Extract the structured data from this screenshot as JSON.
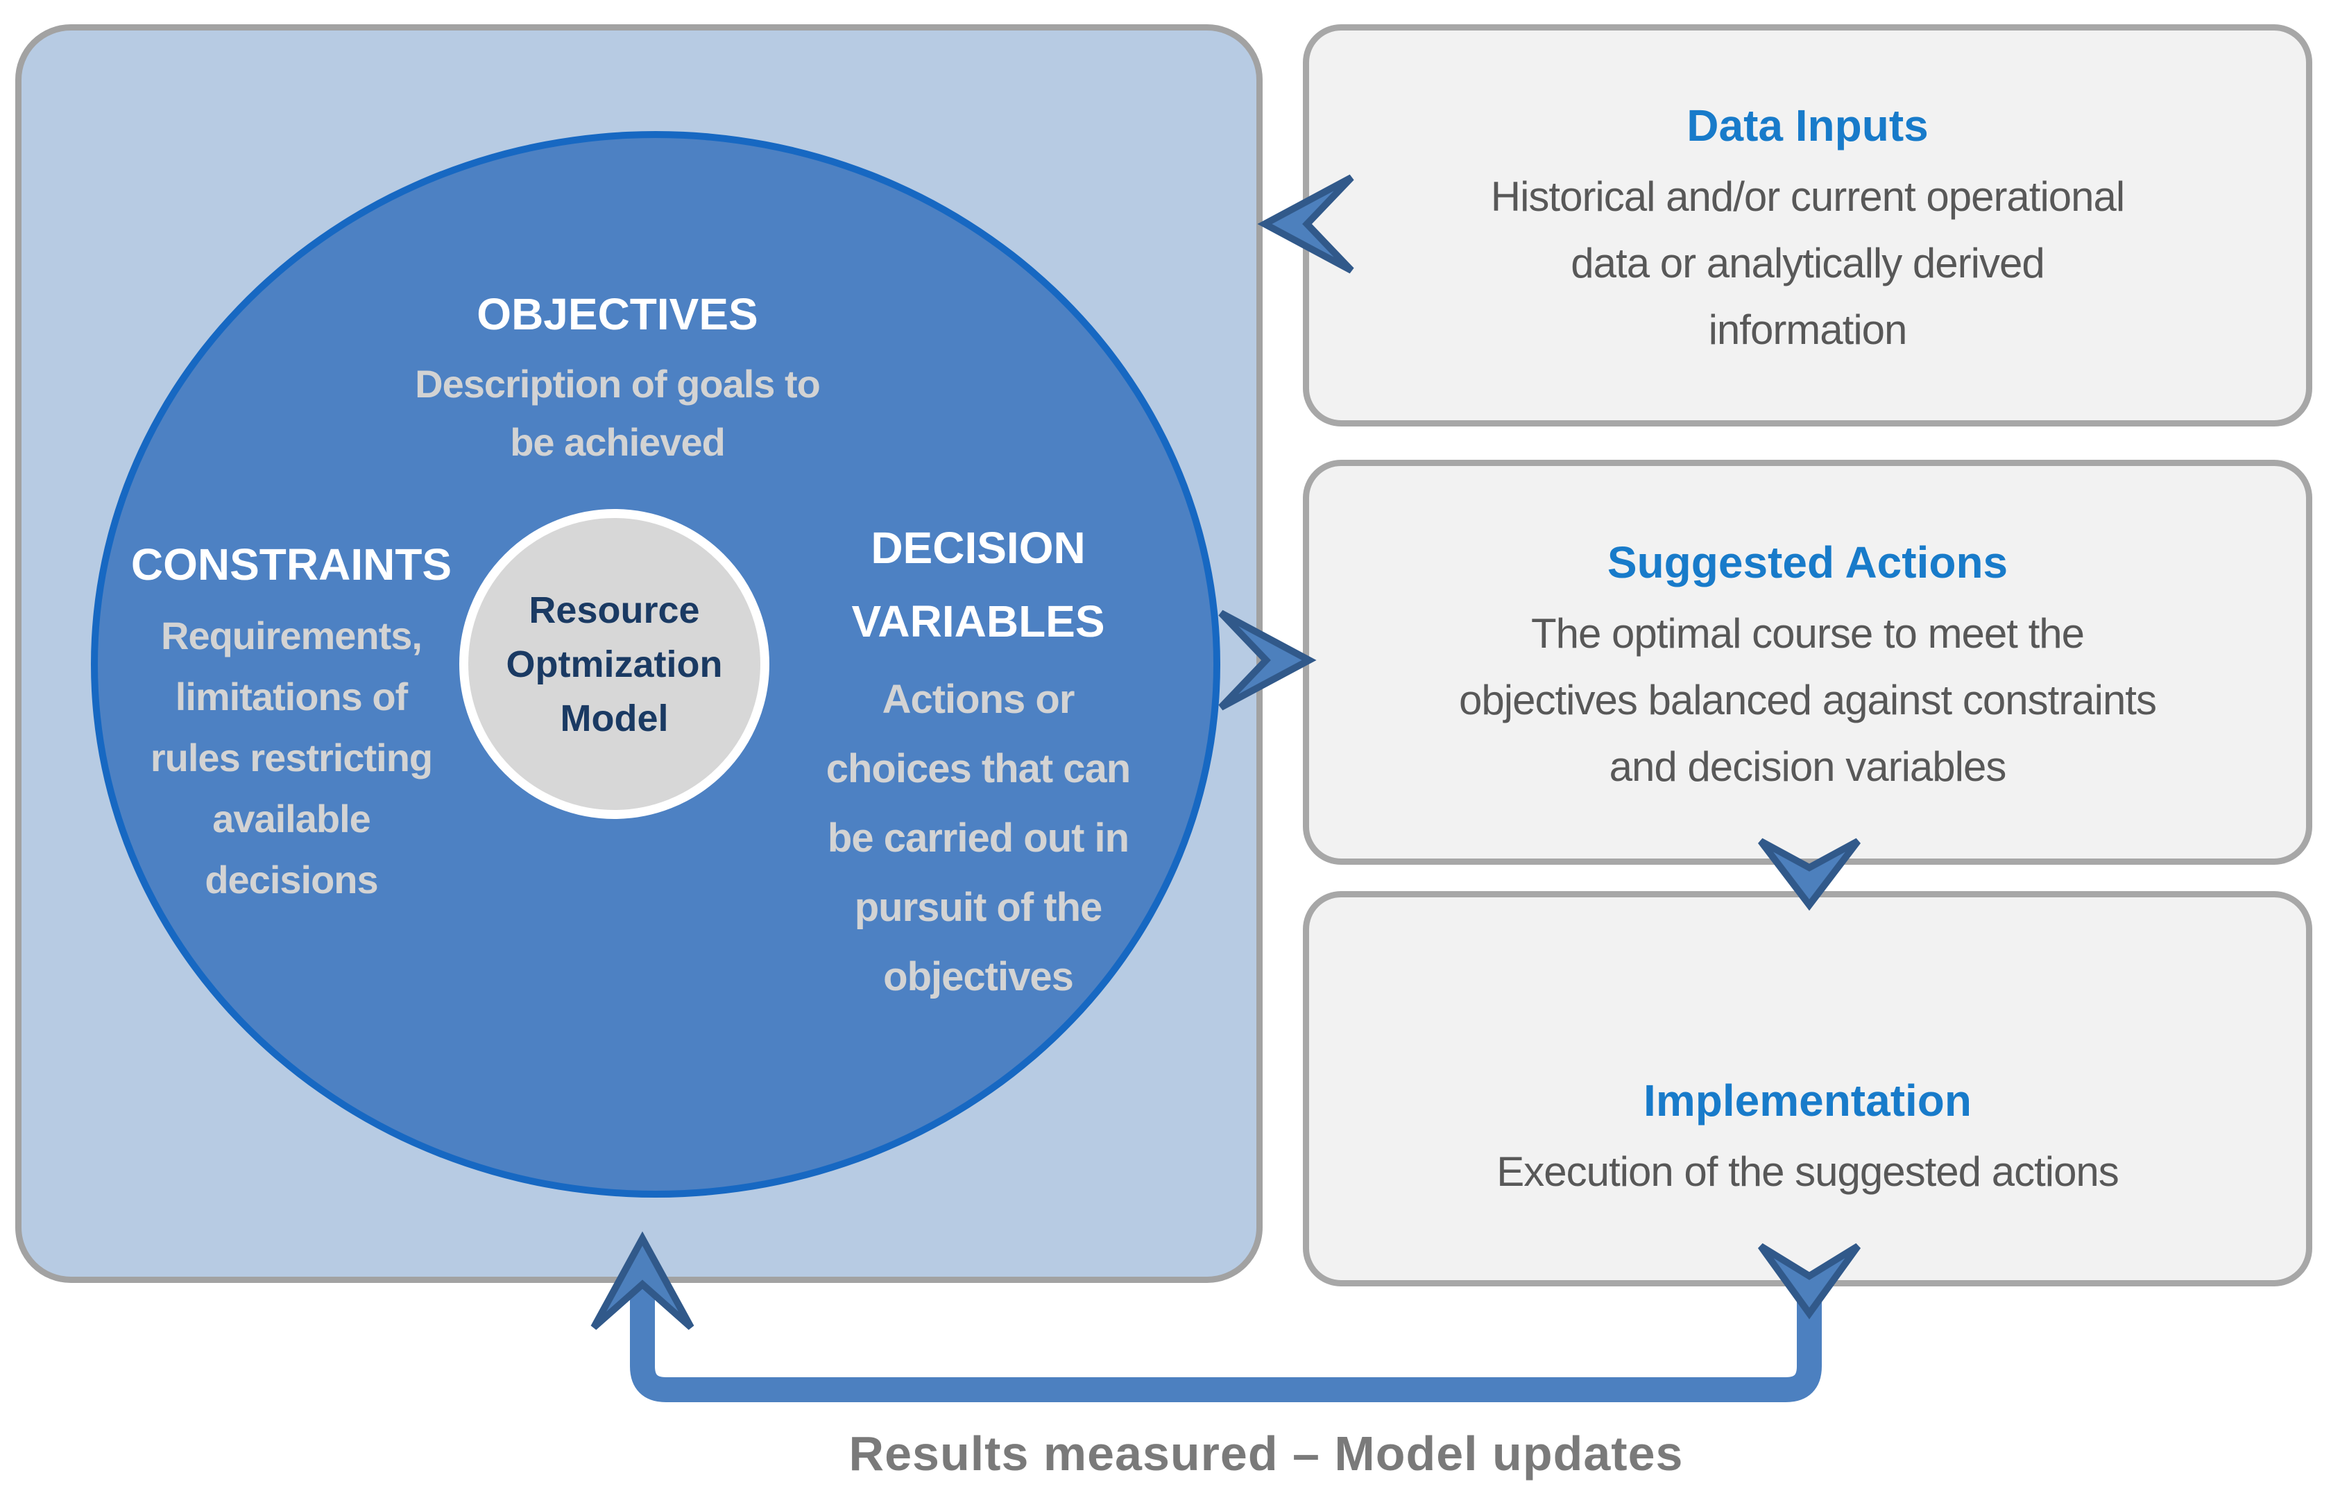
{
  "panel": {
    "objectives": {
      "title": "OBJECTIVES",
      "body": "Description of goals to\nbe achieved"
    },
    "constraints": {
      "title": "CONSTRAINTS",
      "body": "Requirements,\nlimitations of\nrules restricting\navailable\ndecisions"
    },
    "decision_variables": {
      "title": "DECISION\nVARIABLES",
      "body": "Actions or\nchoices that can\nbe carried out in\npursuit of the\nobjectives"
    },
    "core": {
      "label": "Resource\nOptmization\nModel"
    }
  },
  "flow_boxes": [
    {
      "title": "Data Inputs",
      "body": "Historical and/or current operational\ndata or analytically derived\ninformation"
    },
    {
      "title": "Suggested Actions",
      "body": "The optimal course to meet the\nobjectives balanced against constraints\nand decision variables"
    },
    {
      "title": "Implementation",
      "body": "Execution of the suggested actions"
    }
  ],
  "feedback_label": "Results measured – Model updates",
  "colors": {
    "panel_fill": "#b7cbe3",
    "panel_border": "#a2a2a2",
    "circle_fill": "#4d81c3",
    "circle_border": "#1768c2",
    "core_fill": "#d7d7d7",
    "core_text": "#1a3a63",
    "box_fill": "#f2f2f2",
    "box_border": "#a7a7a7",
    "heading_blue": "#187bca",
    "body_gray": "#585858",
    "section_body": "#d3d3d3",
    "arrow_fill": "#4d80bd",
    "arrow_stroke": "#31598a",
    "connector": "#4c80c0",
    "label_gray": "#7a7a7a"
  }
}
